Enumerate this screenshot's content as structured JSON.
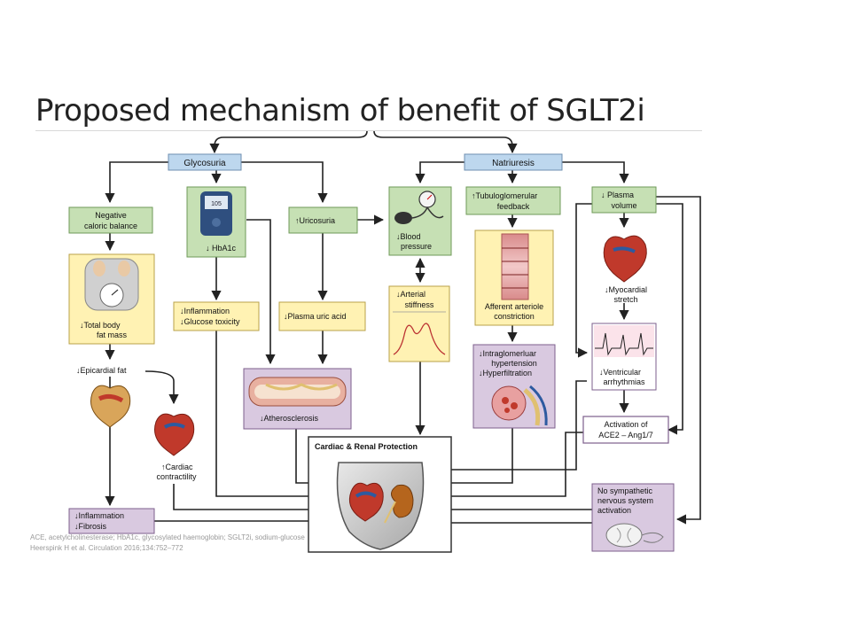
{
  "slide": {
    "title": "Proposed mechanism of benefit of SGLT2i"
  },
  "colors": {
    "blue_box": "#bdd7ee",
    "green_box": "#c6e0b4",
    "yellow_box": "#fff2b3",
    "purple_box": "#d9c9e0",
    "arrow": "#222222"
  },
  "diagram": {
    "glycosuria": "Glycosuria",
    "natriuresis": "Natriuresis",
    "negative_caloric_1": "Negative",
    "negative_caloric_2": "caloric balance",
    "hba1c": "HbA1c",
    "glucometer_reading": "105",
    "uricosuria": "Uricosuria",
    "blood_pressure_1": "Blood",
    "blood_pressure_2": "pressure",
    "tubulo_1": "Tubuloglomerular",
    "tubulo_2": "feedback",
    "plasma_volume_1": "Plasma",
    "plasma_volume_2": "volume",
    "total_body_1": "Total body",
    "total_body_2": "fat mass",
    "inflammation_1": "Inflammation",
    "inflammation_2": "Glucose toxicity",
    "plasma_uric": "Plasma uric acid",
    "arterial_1": "Arterial",
    "arterial_2": "stiffness",
    "afferent_1": "Afferent arteriole",
    "afferent_2": "constriction",
    "myocardial_1": "Myocardial",
    "myocardial_2": "stretch",
    "epicardial": "Epicardial fat",
    "atherosclerosis": "Atherosclerosis",
    "intraglom_1": "Intraglomerluar",
    "intraglom_2": "hypertension",
    "intraglom_3": "Hyperfiltration",
    "ventricular_1": "Ventricular",
    "ventricular_2": "arrhythmias",
    "cardiac_contract_1": "Cardiac",
    "cardiac_contract_2": "contractility",
    "cardiac_renal": "Cardiac & Renal Protection",
    "ace2_1": "Activation of",
    "ace2_2": "ACE2 – Ang1/7",
    "sympathetic_1": "No sympathetic",
    "sympathetic_2": "nervous system",
    "sympathetic_3": "activation",
    "inflam_fibrosis_1": "Inflammation",
    "inflam_fibrosis_2": "Fibrosis"
  },
  "footer": {
    "line1": "ACE, acetylcholinesterase; HbA1c, glycosylated haemoglobin; SGLT2i, sodium-glucose",
    "line2": "Heerspink H et al. Circulation 2016;134:752–772"
  }
}
